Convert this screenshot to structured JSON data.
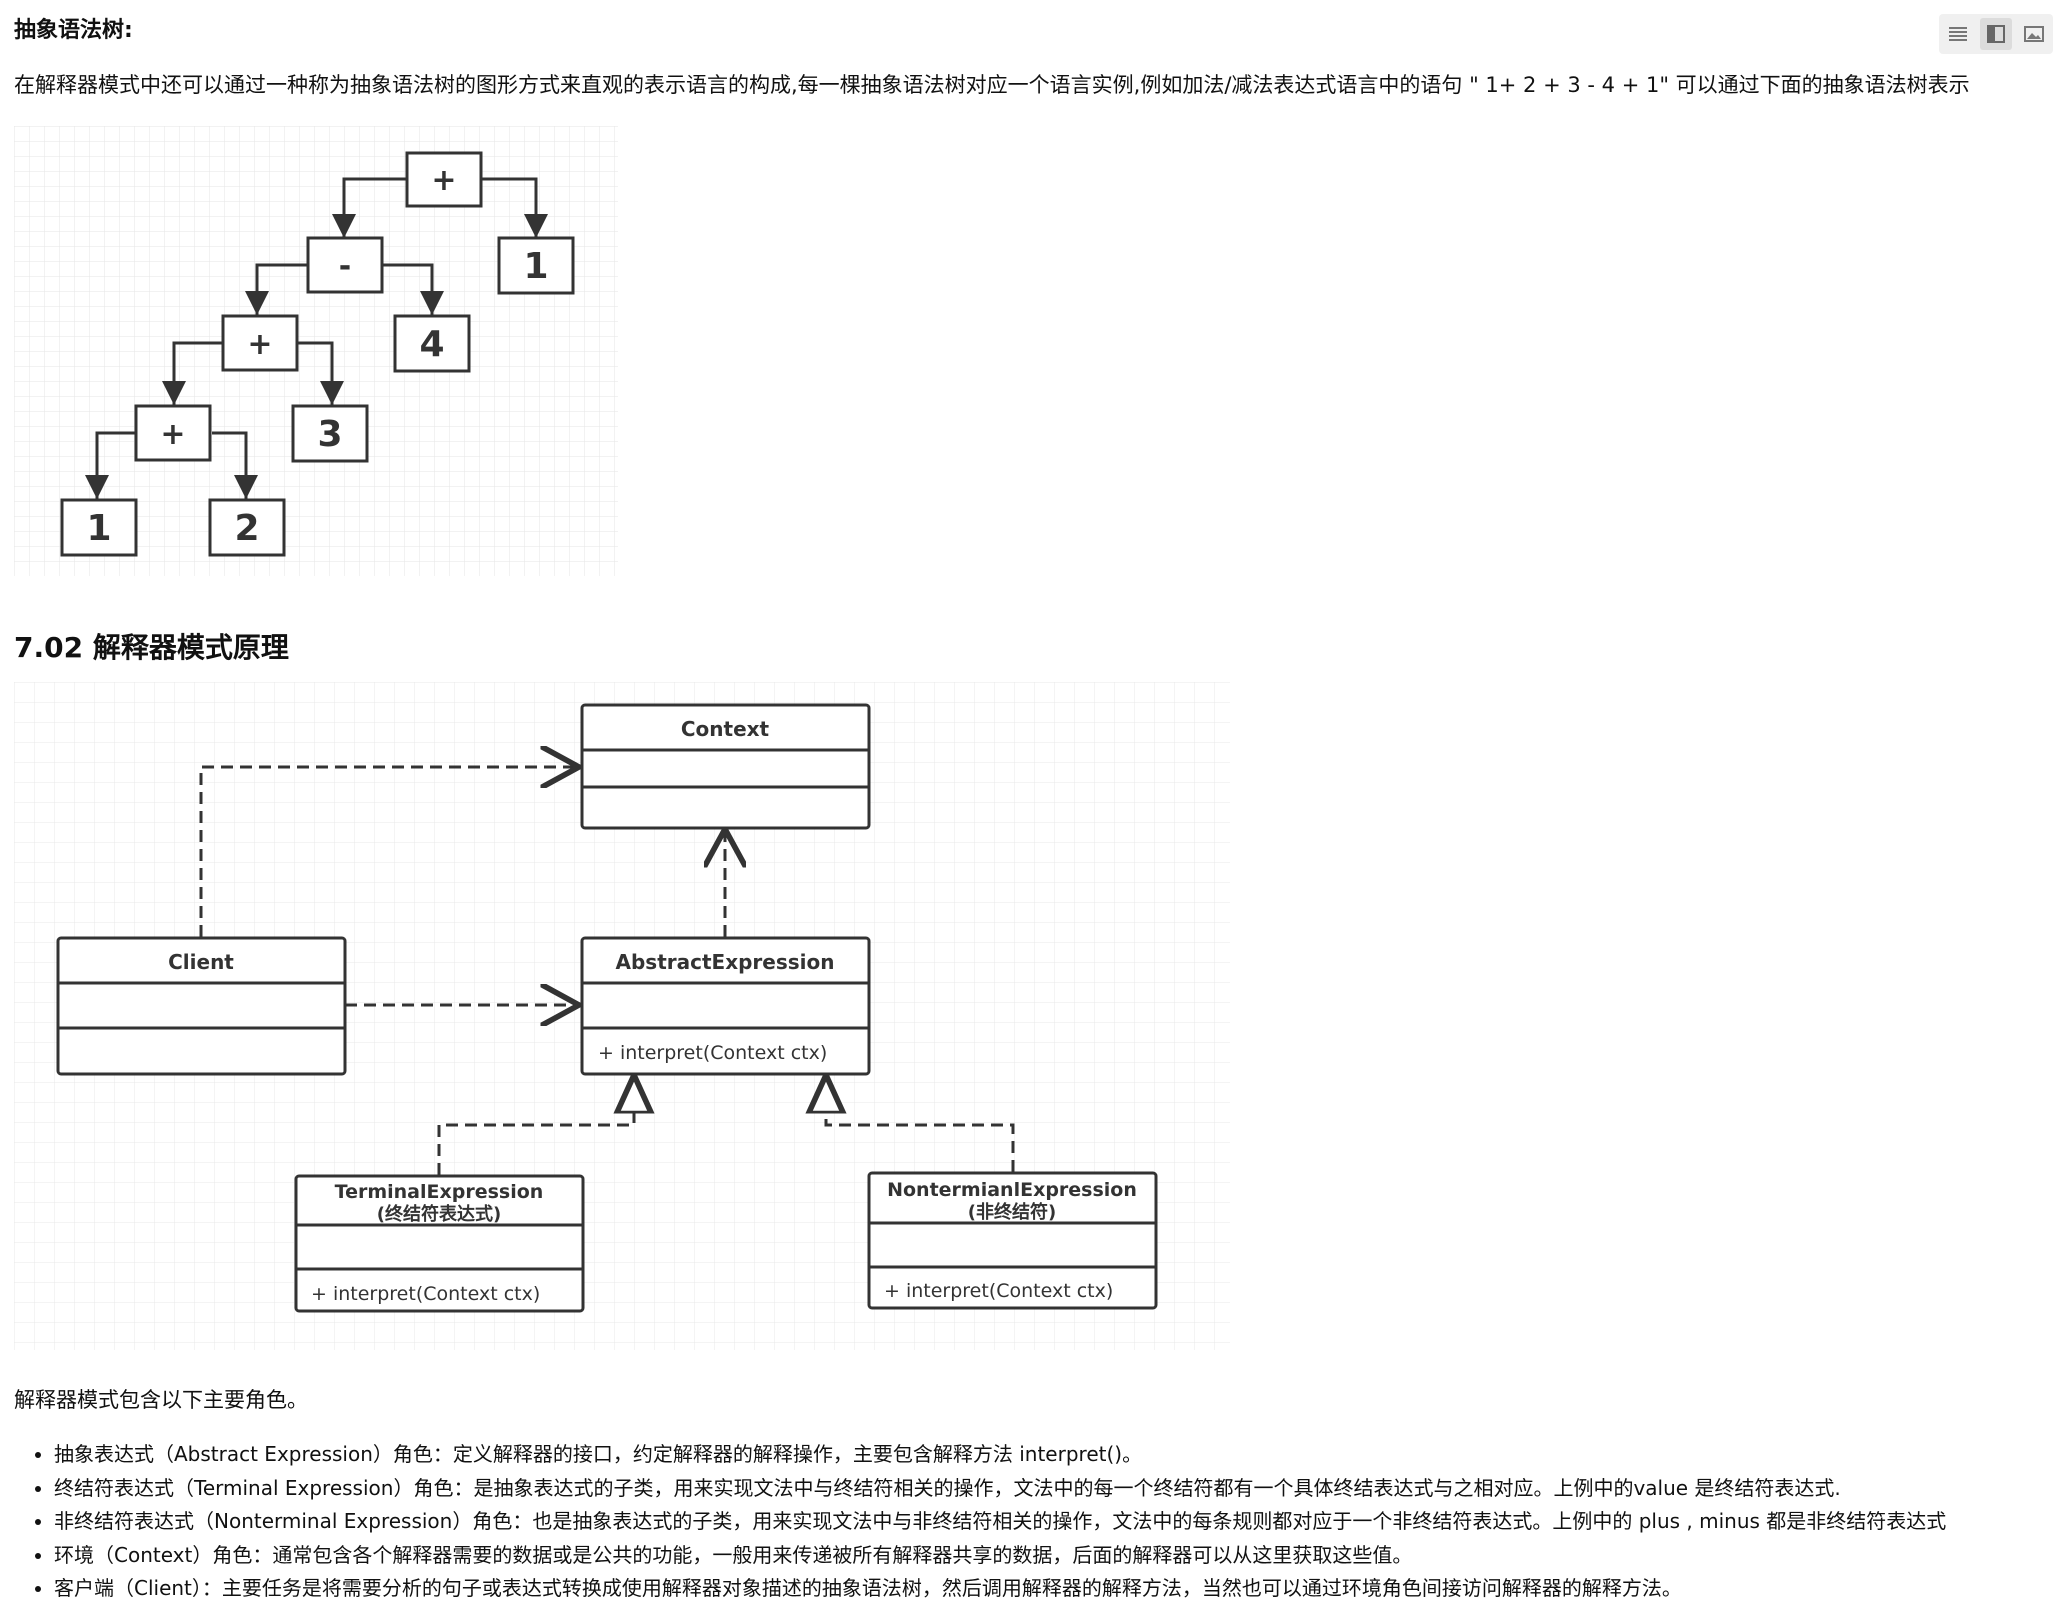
{
  "heading_ast": "抽象语法树:",
  "intro_paragraph": "在解释器模式中还可以通过一种称为抽象语法树的图形方式来直观的表示语言的构成,每一棵抽象语法树对应一个语言实例,例如加法/减法表达式语言中的语句 \" 1+ 2 + 3 - 4 + 1\" 可以通过下面的抽象语法树表示",
  "toolbar": {
    "icons": [
      "list-icon",
      "split-view-icon",
      "image-icon"
    ]
  },
  "tree": {
    "nodes": [
      "+",
      "-",
      "1",
      "+",
      "4",
      "+",
      "3",
      "1",
      "2"
    ]
  },
  "section_title": "7.02 解释器模式原理",
  "uml": {
    "context": "Context",
    "client": "Client",
    "abstract_expression": "AbstractExpression",
    "abstract_method": "+ interpret(Context ctx)",
    "terminal_name": "TerminalExpression",
    "terminal_cn": "(终结符表达式)",
    "terminal_method": "+ interpret(Context ctx)",
    "nonterminal_name": "NontermianlExpression",
    "nonterminal_cn": "(非终结符)",
    "nonterminal_method": "+ interpret(Context ctx)"
  },
  "roles_intro": "解释器模式包含以下主要角色。",
  "roles": [
    "抽象表达式（Abstract Expression）角色：定义解释器的接口，约定解释器的解释操作，主要包含解释方法 interpret()。",
    "终结符表达式（Terminal Expression）角色：是抽象表达式的子类，用来实现文法中与终结符相关的操作，文法中的每一个终结符都有一个具体终结表达式与之相对应。上例中的value 是终结符表达式.",
    "非终结符表达式（Nonterminal Expression）角色：也是抽象表达式的子类，用来实现文法中与非终结符相关的操作，文法中的每条规则都对应于一个非终结符表达式。上例中的 plus , minus 都是非终结符表达式",
    "环境（Context）角色：通常包含各个解释器需要的数据或是公共的功能，一般用来传递被所有解释器共享的数据，后面的解释器可以从这里获取这些值。",
    "客户端（Client）：主要任务是将需要分析的句子或表达式转换成使用解释器对象描述的抽象语法树，然后调用解释器的解释方法，当然也可以通过环境角色间接访问解释器的解释方法。"
  ]
}
